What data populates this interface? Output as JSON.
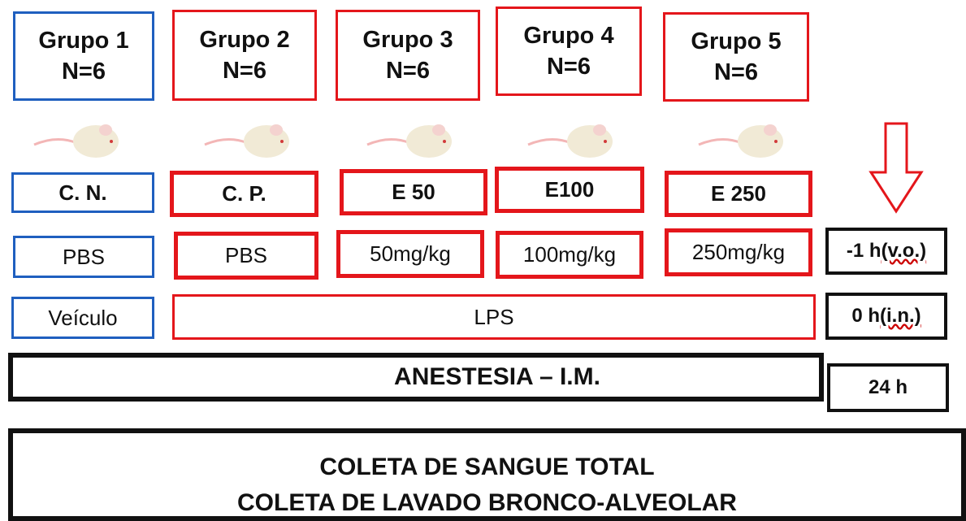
{
  "groups": [
    {
      "title": "Grupo 1",
      "n": "N=6",
      "code": "C. N.",
      "treatment": "PBS",
      "exposure": "Veículo",
      "color": "#1f5fbf"
    },
    {
      "title": "Grupo 2",
      "n": "N=6",
      "code": "C. P.",
      "treatment": "PBS",
      "color": "#e4161b"
    },
    {
      "title": "Grupo 3",
      "n": "N=6",
      "code": "E 50",
      "treatment": "50mg/kg",
      "color": "#e4161b"
    },
    {
      "title": "Grupo 4",
      "n": "N=6",
      "code": "E100",
      "treatment": "100mg/kg",
      "color": "#e4161b"
    },
    {
      "title": "Grupo 5",
      "n": "N=6",
      "code": "E 250",
      "treatment": "250mg/kg",
      "color": "#e4161b"
    }
  ],
  "lps_label": "LPS",
  "anesthesia_label": "ANESTESIA – I.M.",
  "collection": {
    "line1": "COLETA DE SANGUE TOTAL",
    "line2": "COLETA DE LAVADO BRONCO-ALVEOLAR"
  },
  "timeline": [
    {
      "time": "-1 h ",
      "route": "(v.o.)"
    },
    {
      "time": "0 h ",
      "route": "(i.n.)"
    },
    {
      "time": "24 h",
      "route": ""
    }
  ],
  "icons": {
    "animal": "mouse-icon",
    "arrow": "down-arrow-icon"
  },
  "colors": {
    "control": "#1f5fbf",
    "treated": "#e4161b",
    "procedure": "#111111"
  }
}
